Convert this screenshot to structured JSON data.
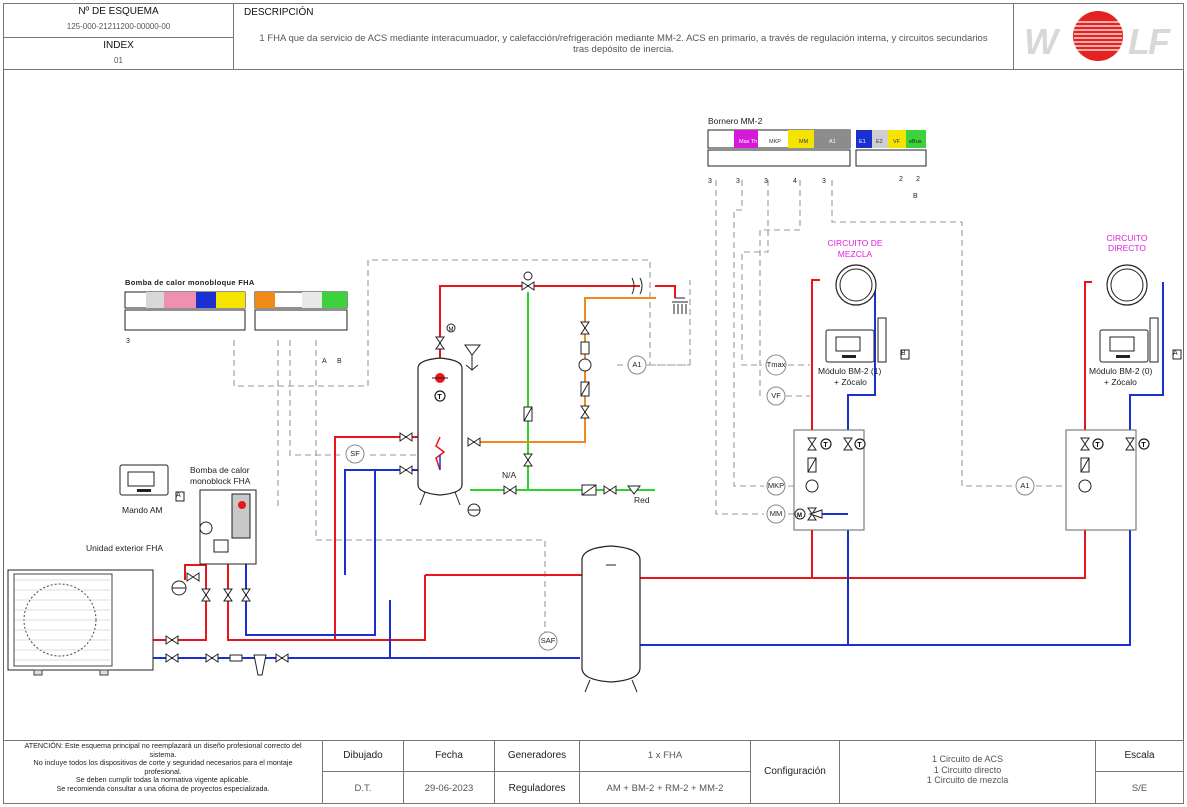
{
  "header": {
    "scheme_label": "Nº DE ESQUEMA",
    "scheme_number": "125-000-21211200-00000-00",
    "index_label": "INDEX",
    "index_value": "01",
    "description_label": "DESCRIPCIÓN",
    "description_line1": "1 FHA que da servicio de ACS mediante interacumuador, y calefacción/refrigeración mediante MM-2. ACS en primario, a través de regulación interna, y circuitos secundarios",
    "description_line2": "tras depósito de inercia.",
    "logo": "WOLF"
  },
  "diagram": {
    "bornero_title": "Bornero MM-2",
    "bomba_title": "Bomba de calor monobloque FHA",
    "circuito_mezcla_l1": "CIRCUITO DE",
    "circuito_mezcla_l2": "MEZCLA",
    "circuito_directo_l1": "CIRCUITO",
    "circuito_directo_l2": "DIRECTO",
    "bm2_1_l1": "Módulo BM-2 (1)",
    "bm2_1_l2": "+ Zócalo",
    "bm2_0_l1": "Módulo BM-2 (0)",
    "bm2_0_l2": "+ Zócalo",
    "heatpump_l1": "Bomba de calor",
    "heatpump_l2": "monoblock FHA",
    "mando": "Mando AM",
    "outdoor_unit": "Unidad exterior FHA",
    "red": "Red",
    "na": "N/A",
    "sensors": {
      "sf": "SF",
      "saf": "SAF",
      "tmax": "Tmax",
      "vf": "VF",
      "mkp": "MKP",
      "mm": "MM",
      "a1": "A1"
    },
    "letter_a": "A",
    "letter_b": "B",
    "num_3": "3",
    "num_2": "2",
    "num_4": "4",
    "num_0": "0",
    "num_1": "1",
    "term_max_th": "Max Th",
    "term_mkp": "MKP",
    "term_mm": "MM",
    "term_a1": "A1",
    "term_e1": "E1",
    "term_e2": "E2",
    "term_vf": "VF",
    "term_ebus": "eBus"
  },
  "footer": {
    "warning": [
      "ATENCIÓN: Este esquema principal no reemplazará un diseño profesional correcto del",
      "sistema.",
      "No incluye todos los dispositivos de corte y seguridad necesarios para el montaje",
      "profesional.",
      "Se deben cumplir todas la normativa vigente aplicable.",
      "Se recomienda consultar a una oficina de proyectos especializada."
    ],
    "dibujado_label": "Dibujado",
    "dibujado_value": "D.T.",
    "fecha_label": "Fecha",
    "fecha_value": "29-06-2023",
    "generadores_label": "Generadores",
    "generadores_value": "1 x FHA",
    "reguladores_label": "Reguladores",
    "reguladores_value": "AM + BM-2 + RM-2 + MM-2",
    "configuracion_label": "Configuración",
    "config_lines": [
      "1 Circuito de ACS",
      "1 Circuito directo",
      "1 Circuito de mezcla"
    ],
    "escala_label": "Escala",
    "escala_value": "S/E"
  },
  "colors": {
    "supply": "#e8161b",
    "return": "#1c2fd1",
    "dhw_cold": "#2bd42b",
    "dhw_hot": "#f08a18",
    "signal": "#999999",
    "accent": "#e020e0"
  }
}
